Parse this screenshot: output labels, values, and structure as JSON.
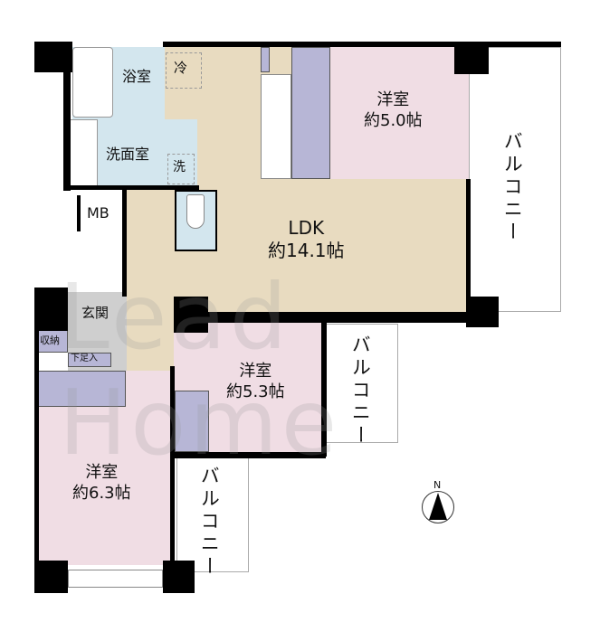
{
  "rooms": {
    "bath": "浴室",
    "washroom": "洗面室",
    "refrigerator": "冷",
    "washer": "洗",
    "mb": "MB",
    "entrance": "玄関",
    "storage": "収納",
    "shoe_cabinet": "下足入",
    "ldk_name": "LDK",
    "ldk_size": "約14.1帖",
    "room1_name": "洋室",
    "room1_size": "約5.0帖",
    "room2_name": "洋室",
    "room2_size": "約5.3帖",
    "room3_name": "洋室",
    "room3_size": "約6.3帖",
    "balcony_right": "バルコニー",
    "balcony_middle": "バルコニー",
    "balcony_bottom": "バルコニー"
  },
  "compass": {
    "label": "N"
  },
  "watermark": "Lead Home",
  "colors": {
    "ldk": "#e8dbc0",
    "wet": "#d3e6ee",
    "bedroom": "#f0dde4",
    "closet": "#b7b6d6",
    "entrance": "#cfcfcf",
    "wall": "#000000"
  }
}
